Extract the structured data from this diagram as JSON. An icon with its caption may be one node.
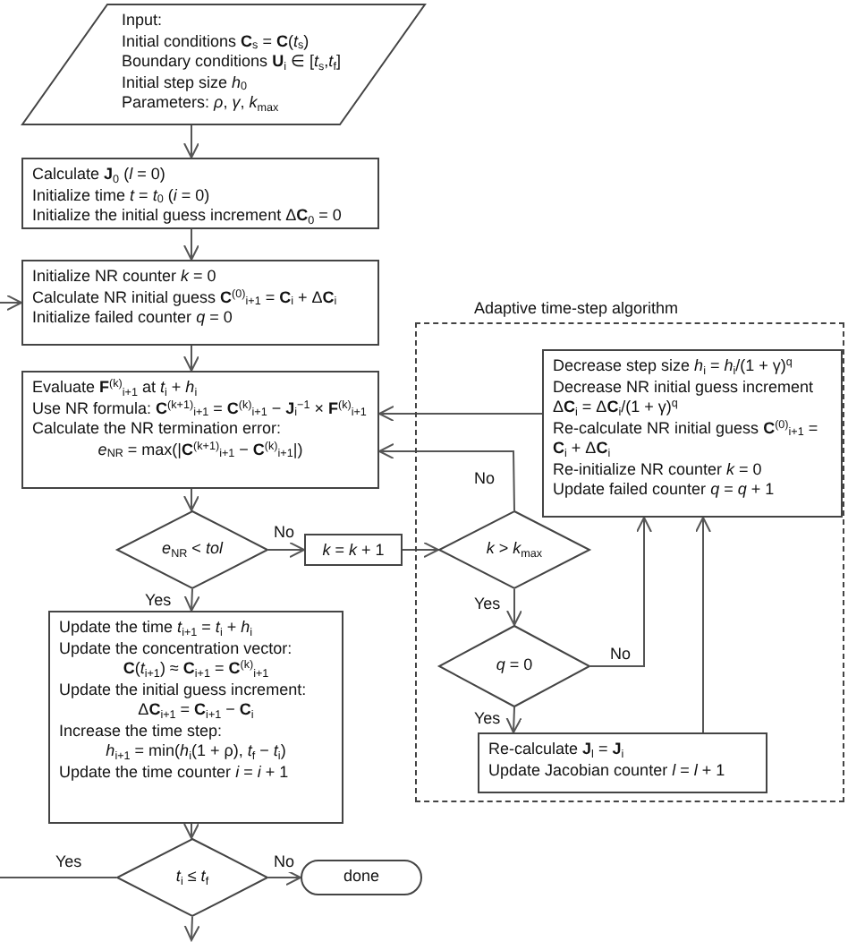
{
  "diagram": {
    "nodes": [
      {
        "text": [
          "Input:",
          "Initial conditions **C**$_{s}$ = **C**(*t*$_{s}$)",
          "Boundary conditions **U**$_{i}$ ∈ [*t*$_{s}$,*t*$_{f}$]",
          "Initial step size *h*$_{0}$",
          "Parameters: *ρ*, *γ*, *k*$_{max}$"
        ]
      },
      {
        "text": [
          "Calculate **J**$_{0}$ (*l* = 0)",
          "Initialize time *t* = *t*$_{0}$ (*i* = 0)",
          "Initialize the initial guess increment Δ**C**$_{0}$ = 0"
        ]
      },
      {
        "text": [
          "Initialize NR counter *k* = 0",
          "Calculate NR initial guess **C**$^{(0)}$$_{i+1}$ = **C**$_{i}$ + Δ**C**$_{i}$",
          "Initialize failed counter *q* = 0"
        ]
      },
      {
        "text": [
          "Evaluate **F**$^{(k)}$$_{i+1}$ at *t*$_{i}$ + *h*$_{i}$",
          "Use NR formula: **C**$^{(k+1)}$$_{i+1}$ = **C**$^{(k)}$$_{i+1}$ − **J**$_{i}$$^{−1}$ × **F**$^{(k)}$$_{i+1}$",
          "Calculate the NR termination error:",
          "*e*$_{NR}$ = max(|**C**$^{(k+1)}$$_{i+1}$ − **C**$^{(k)}$$_{i+1}$|)"
        ]
      },
      {
        "text": [
          "*e*$_{NR}$ < *tol*"
        ]
      },
      {
        "text": [
          "*k* = *k* + 1"
        ]
      },
      {
        "text": [
          "Adaptive time-step algorithm"
        ]
      },
      {
        "text": [
          "Decrease step size *h*$_{i}$ = *h*$_{i}$/(1 + γ)$^{q}$",
          "Decrease NR initial guess increment Δ**C**$_{i}$ = Δ**C**$_{i}$/(1 + γ)$^{q}$",
          "Re-calculate NR initial guess **C**$^{(0)}$$_{i+1}$ = **C**$_{i}$ + Δ**C**$_{i}$",
          "Re-initialize NR counter *k* = 0",
          "Update failed counter *q* = *q* + 1"
        ],
        "in": 6
      },
      {
        "text": [
          "*k* > *k*$_{max}$"
        ],
        "in": 6
      },
      {
        "text": [
          "*q* = 0"
        ],
        "in": 6
      },
      {
        "text": [
          "Re-calculate **J**$_{l}$ = **J**$_{i}$",
          "Update Jacobian counter *l* = *l* + 1"
        ],
        "in": 6
      },
      {
        "text": [
          "Update the time *t*$_{i+1}$ = *t*$_{i}$ + *h*$_{i}$",
          "Update the concentration vector:",
          "**C**(*t*$_{i+1}$) ≈ **C**$_{i+1}$ = **C**$^{(k)}$$_{i+1}$",
          "Update the initial guess increment:",
          "Δ**C**$_{i+1}$ = **C**$_{i+1}$ − **C**$_{i}$",
          "Increase the time step:",
          "*h*$_{i+1}$ = min(*h*$_{i}$(1 + ρ), *t*$_{f}$ − *t*$_{i}$)",
          "Update the time counter *i* = *i* + 1"
        ]
      },
      {
        "text": [
          "*t*$_{i}$ ≤ *t*$_{f}$"
        ]
      },
      {
        "text": [
          "done"
        ]
      }
    ],
    "edges": [
      {
        "from": 0,
        "to": 1,
        "arrow": "to"
      },
      {
        "from": 1,
        "to": 2,
        "arrow": "to"
      },
      {
        "from": 2,
        "to": 3,
        "arrow": "to"
      },
      {
        "from": 3,
        "to": 4,
        "arrow": "to"
      },
      {
        "from": 4,
        "to": 5,
        "label": "No",
        "arrow": "to"
      },
      {
        "from": 4,
        "to": 11,
        "label": "Yes",
        "arrow": "to"
      },
      {
        "from": 5,
        "to": 8,
        "arrow": "to"
      },
      {
        "from": 8,
        "to": 3,
        "label": "No",
        "arrow": "to"
      },
      {
        "from": 8,
        "to": 9,
        "label": "Yes",
        "arrow": "to"
      },
      {
        "from": 9,
        "to": 7,
        "label": "No",
        "arrow": "to"
      },
      {
        "from": 9,
        "to": 10,
        "label": "Yes",
        "arrow": "to"
      },
      {
        "from": 10,
        "to": 7,
        "arrow": "to"
      },
      {
        "from": 7,
        "to": 3,
        "arrow": "to"
      },
      {
        "from": 11,
        "to": 12,
        "arrow": "to"
      },
      {
        "from": 12,
        "to": 13,
        "label": "No",
        "arrow": "to"
      },
      {
        "from": 12,
        "to": null,
        "label": "Yes",
        "arrow": "none"
      },
      {
        "from": null,
        "to": 2,
        "arrow": "to"
      },
      {
        "from": 12,
        "to": null,
        "arrow": "to"
      }
    ]
  }
}
